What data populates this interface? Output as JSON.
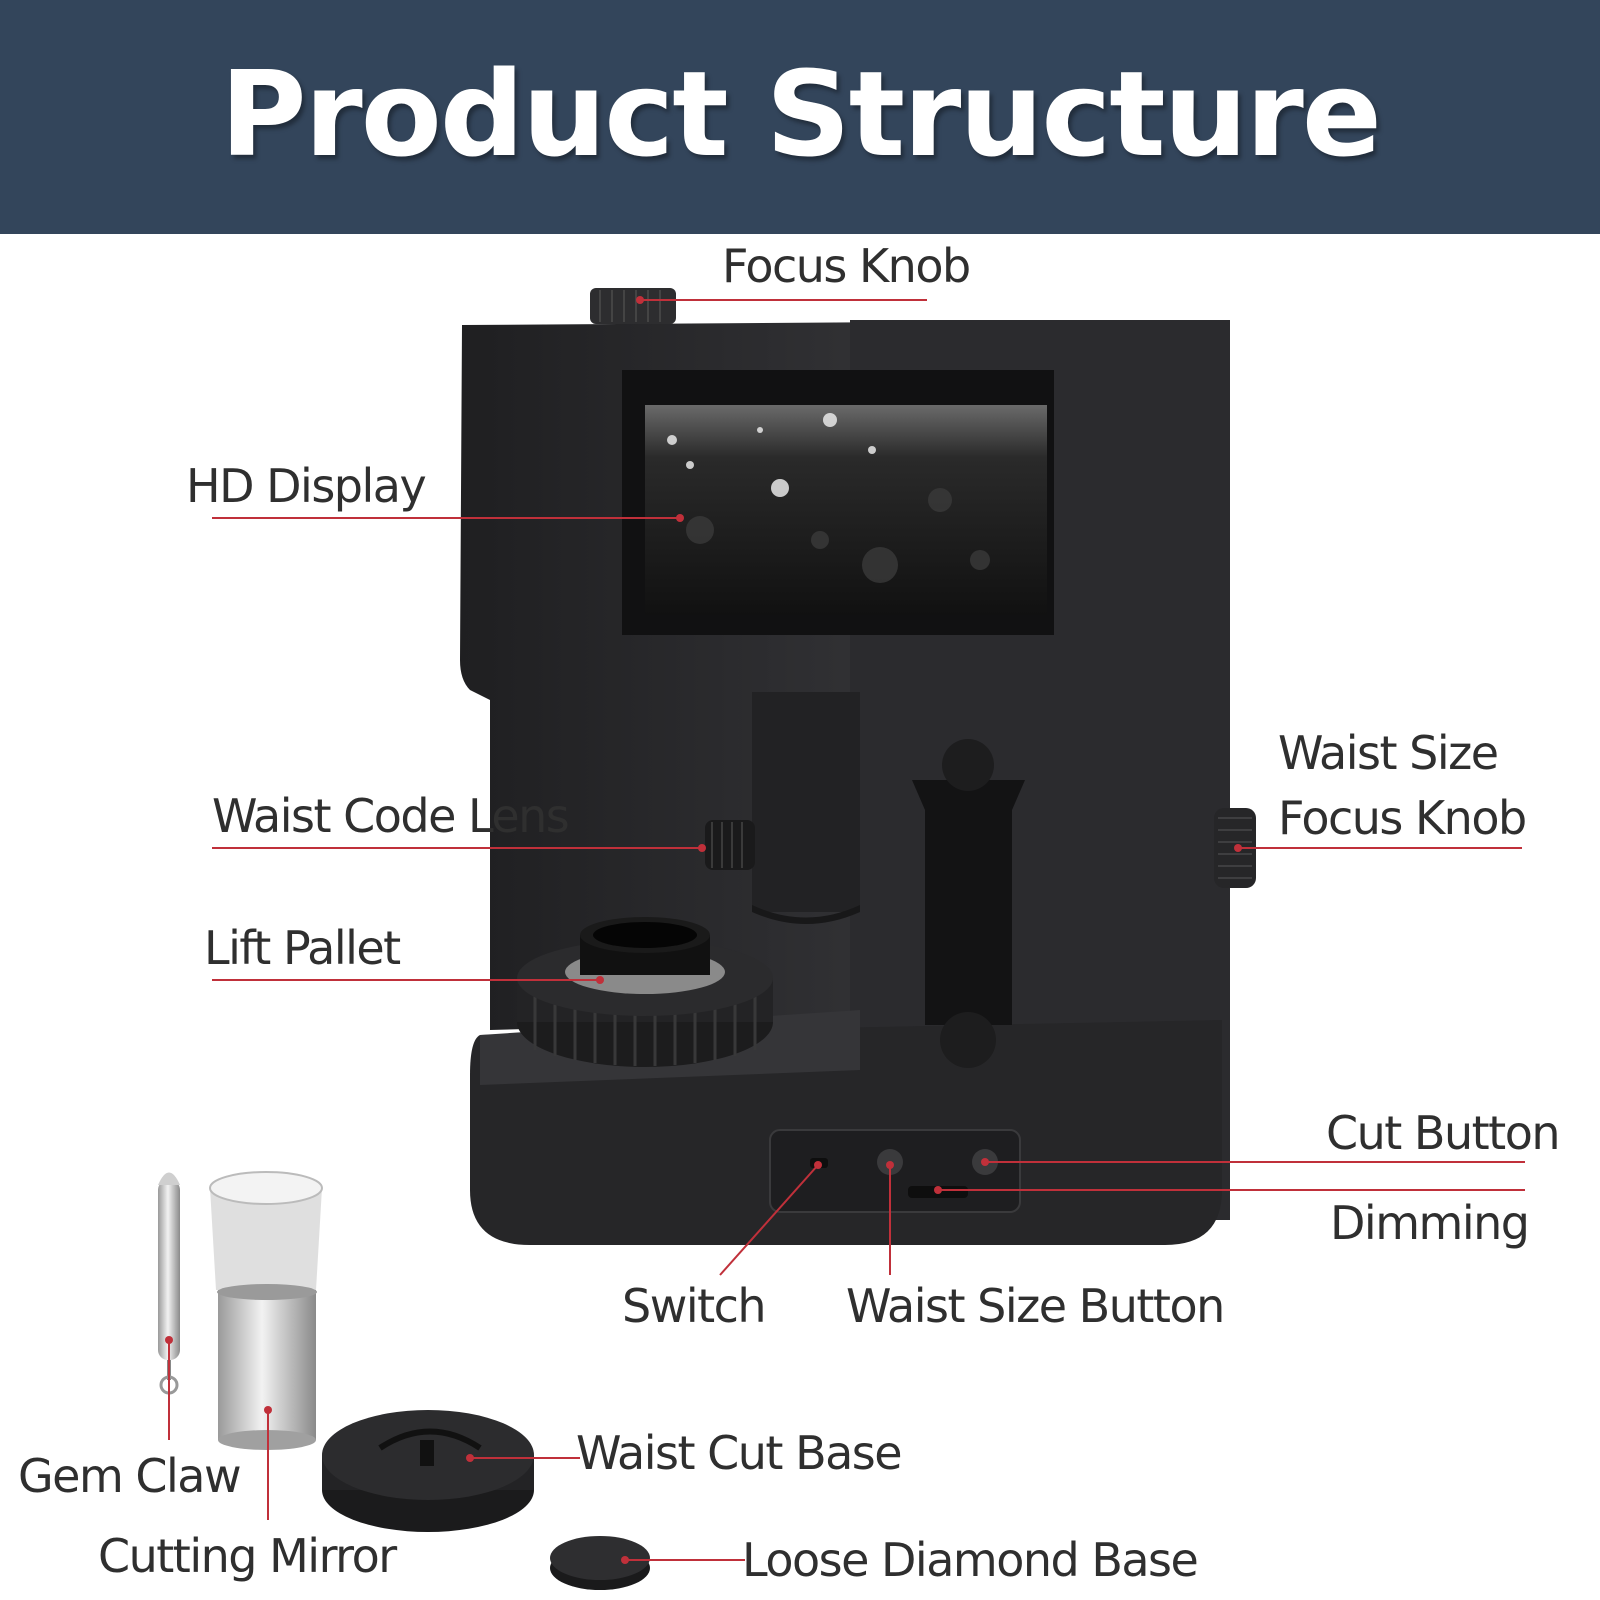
{
  "title": "Product Structure",
  "colors": {
    "banner": "#33455b",
    "leader_line": "#c0303a",
    "device_body": "#2a2a2c",
    "label_text": "#2f2f2f"
  },
  "labels": {
    "focus_knob": "Focus Knob",
    "hd_display": "HD Display",
    "waist_code_lens": "Waist Code Lens",
    "lift_pallet": "Lift Pallet",
    "waist_size_focus_knob_line1": "Waist Size",
    "waist_size_focus_knob_line2": "Focus Knob",
    "cut_button": "Cut Button",
    "dimming": "Dimming",
    "switch": "Switch",
    "waist_size_button": "Waist Size Button",
    "gem_claw": "Gem Claw",
    "cutting_mirror": "Cutting Mirror",
    "waist_cut_base": "Waist Cut Base",
    "loose_diamond_base": "Loose Diamond Base"
  }
}
